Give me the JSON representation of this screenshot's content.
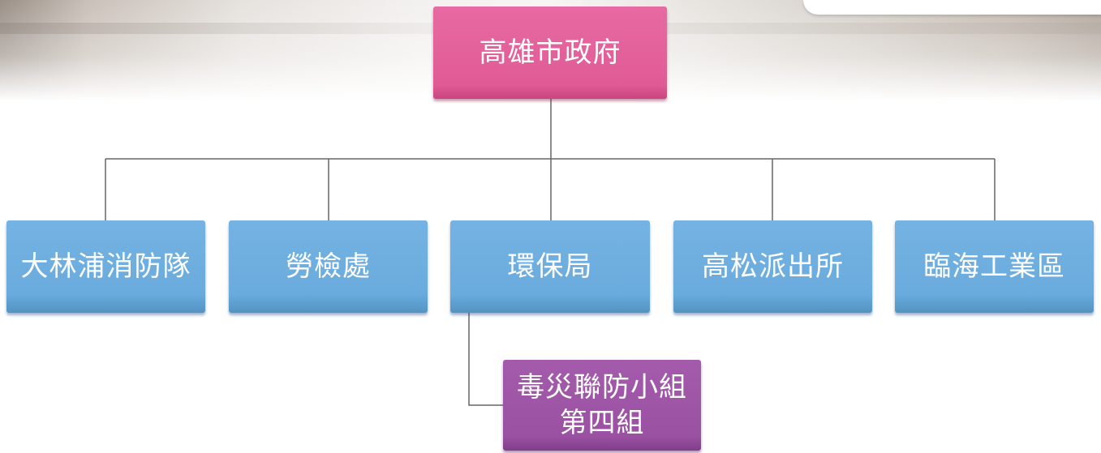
{
  "root": {
    "label": "高雄市政府",
    "color": "#e05b96"
  },
  "units": [
    {
      "label": "大林浦消防隊"
    },
    {
      "label": "勞檢處"
    },
    {
      "label": "環保局"
    },
    {
      "label": "高松派出所"
    },
    {
      "label": "臨海工業區"
    }
  ],
  "sub_unit": {
    "line1": "毒災聯防小組",
    "line2": "第四組",
    "color": "#9a51a2"
  },
  "colors": {
    "unit": "#6aabdd",
    "connector": "#666666"
  }
}
